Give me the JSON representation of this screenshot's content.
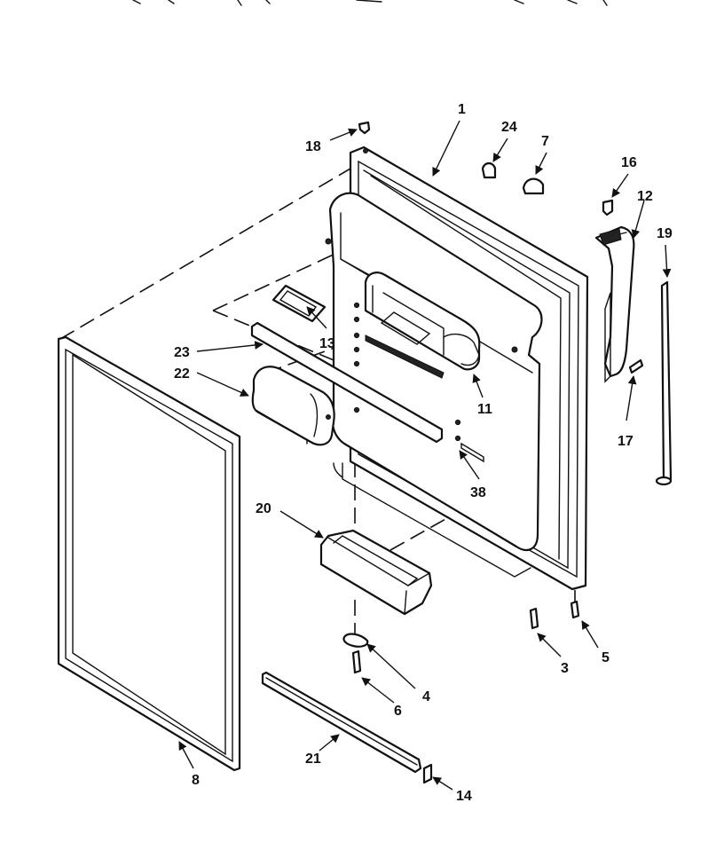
{
  "callouts": {
    "c1": "1",
    "c3": "3",
    "c4": "4",
    "c5": "5",
    "c6": "6",
    "c7": "7",
    "c8": "8",
    "c11": "11",
    "c12": "12",
    "c13": "13",
    "c14": "14",
    "c16": "16",
    "c17": "17",
    "c18": "18",
    "c19": "19",
    "c20": "20",
    "c21": "21",
    "c22": "22",
    "c23": "23",
    "c24": "24",
    "c38": "38"
  }
}
